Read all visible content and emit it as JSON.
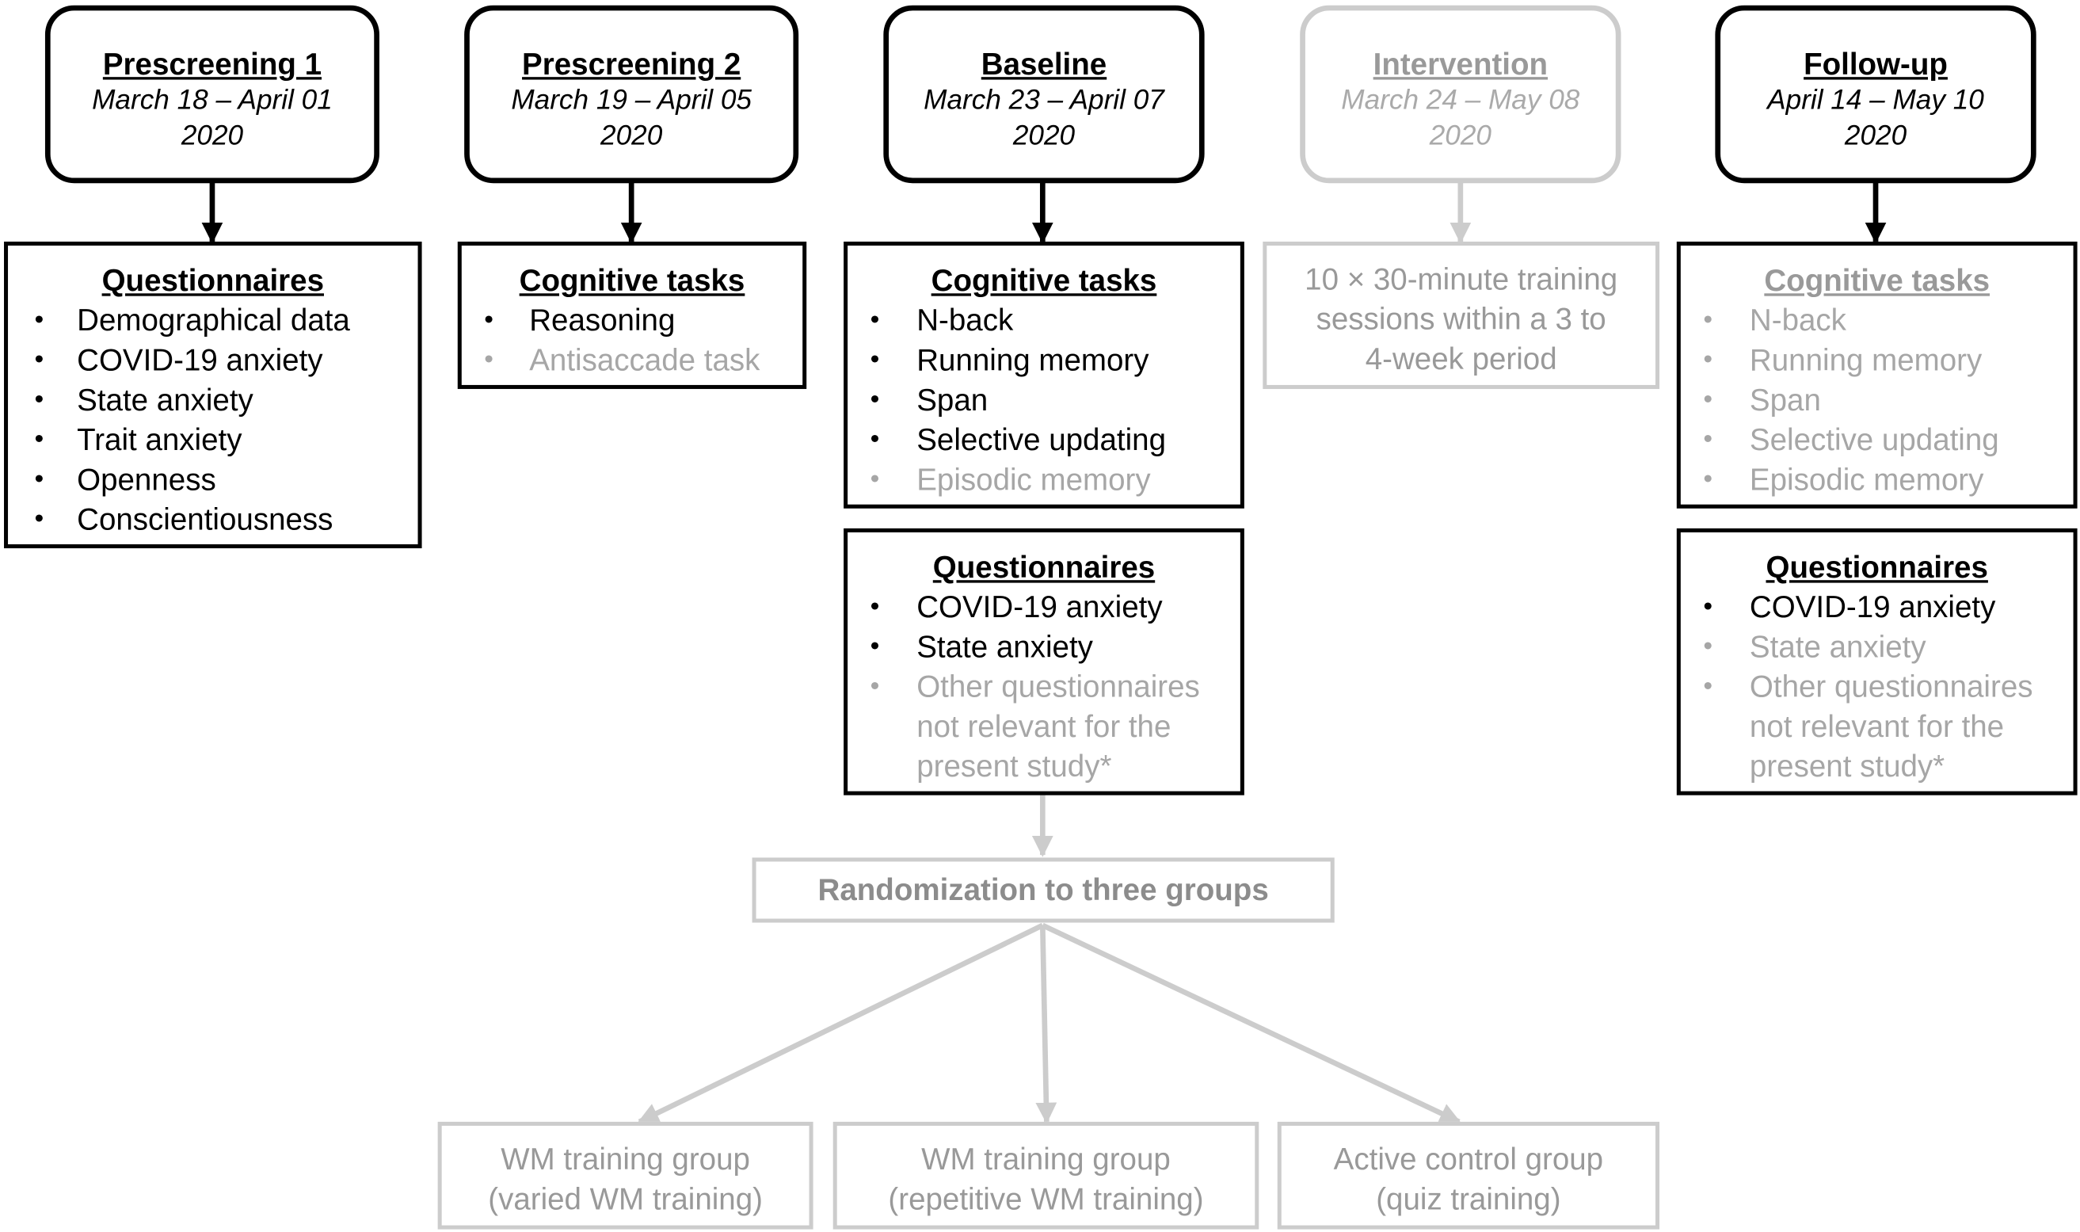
{
  "phases": [
    {
      "title": "Prescreening 1",
      "date": "March 18 – April 01",
      "year": "2020",
      "highlighted": true
    },
    {
      "title": "Prescreening 2",
      "date": "March 19 – April 05",
      "year": "2020",
      "highlighted": true
    },
    {
      "title": "Baseline",
      "date": "March 23 – April 07",
      "year": "2020",
      "highlighted": true
    },
    {
      "title": "Intervention",
      "date": "March 24 – May 08",
      "year": "2020",
      "highlighted": false
    },
    {
      "title": "Follow-up",
      "date": "April 14 – May 10",
      "year": "2020",
      "highlighted": true
    }
  ],
  "prescreening1_questionnaires": {
    "title": "Questionnaires",
    "items": [
      "Demographical data",
      "COVID-19 anxiety",
      "State anxiety",
      "Trait anxiety",
      "Openness",
      "Conscientiousness"
    ]
  },
  "prescreening2_cognitive": {
    "title": "Cognitive tasks",
    "items": [
      "Reasoning",
      "Antisaccade task"
    ]
  },
  "baseline_cognitive": {
    "title": "Cognitive tasks",
    "items": [
      "N-back",
      "Running memory",
      "Span",
      "Selective updating",
      "Episodic memory"
    ]
  },
  "baseline_questionnaires": {
    "title": "Questionnaires",
    "items": [
      "COVID-19 anxiety",
      "State anxiety",
      "Other questionnaires",
      "not relevant for the",
      "present study*"
    ]
  },
  "intervention_text": [
    "10 × 30-minute training",
    "sessions within a 3 to",
    "4-week period"
  ],
  "followup_cognitive": {
    "title": "Cognitive tasks",
    "items": [
      "N-back",
      "Running memory",
      "Span",
      "Selective updating",
      "Episodic memory"
    ]
  },
  "followup_questionnaires": {
    "title": "Questionnaires",
    "items": [
      "COVID-19 anxiety",
      "State anxiety",
      "Other questionnaires",
      "not relevant for the",
      "present study*"
    ]
  },
  "randomization": "Randomization to three groups",
  "groups": [
    {
      "line1": "WM training group",
      "line2": "(varied WM training)"
    },
    {
      "line1": "WM training group",
      "line2": "(repetitive WM training)"
    },
    {
      "line1": "Active control group",
      "line2": "(quiz training)"
    }
  ],
  "bullet_glyph": "•",
  "colors": {
    "highlight": "#000000",
    "dimmed": "#a6a6a6",
    "dimmed_border": "#cccccc"
  }
}
